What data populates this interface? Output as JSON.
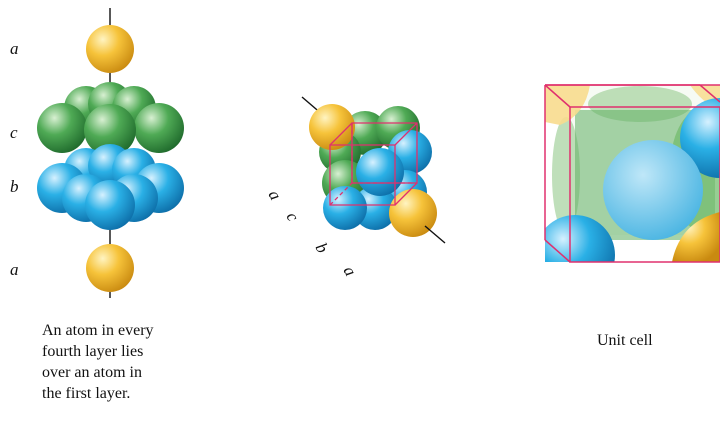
{
  "stack_labels": [
    "a",
    "c",
    "b",
    "a"
  ],
  "packed_labels": [
    "a",
    "c",
    "b",
    "a"
  ],
  "caption_left": "An atom in every\nfourth layer lies\nover an atom in\nthe first layer.",
  "caption_right": "Unit cell",
  "colors": {
    "layer_a": "#f0b428",
    "layer_b": "#22a3dc",
    "layer_c": "#3e9a4a",
    "cell_edge": "#e0306e"
  }
}
